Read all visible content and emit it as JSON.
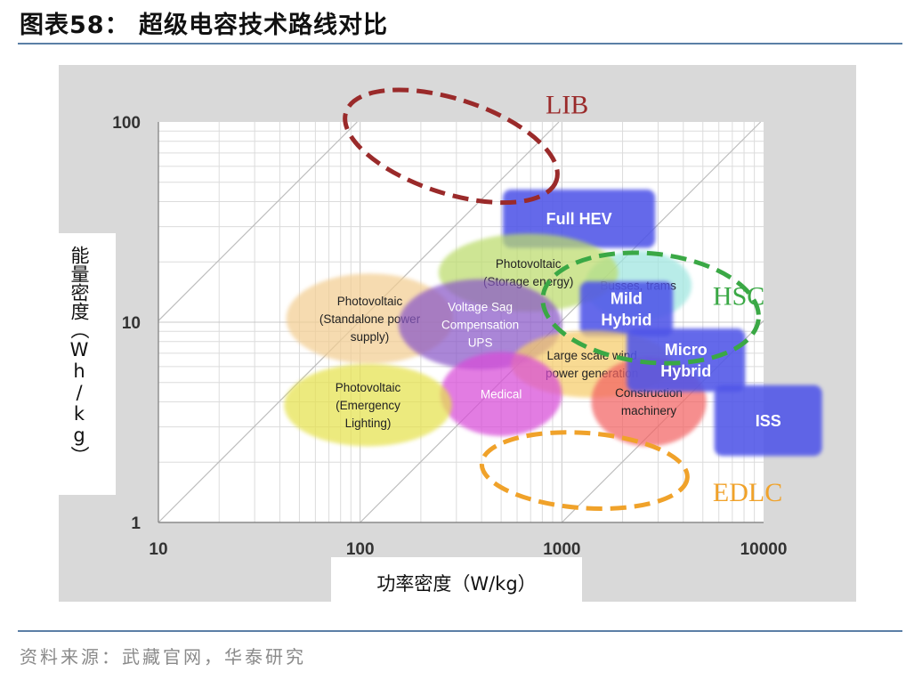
{
  "title": "图表58： 超级电容技术路线对比",
  "source": "资料来源：武藏官网，华泰研究",
  "chart_data": {
    "type": "scatter",
    "x_scale": "log",
    "y_scale": "log",
    "xlim": [
      10,
      10000
    ],
    "ylim": [
      1,
      100
    ],
    "x_ticks": [
      "10",
      "100",
      "1000",
      "10000"
    ],
    "y_ticks": [
      "1",
      "10",
      "100"
    ],
    "xlabel": "功率密度（W/kg）",
    "ylabel": "能量密度（Wh/kg）",
    "grid": true,
    "technologies": [
      {
        "name": "LIB",
        "x_range": [
          80,
          1000
        ],
        "y_range": [
          44,
          130
        ],
        "color": "#9a2a2a",
        "label_at": [
          830,
          110
        ]
      },
      {
        "name": "HSC",
        "x_range": [
          800,
          9500
        ],
        "y_range": [
          6.3,
          22
        ],
        "color": "#3aa845",
        "label_at": [
          5600,
          12.2
        ]
      },
      {
        "name": "EDLC",
        "x_range": [
          400,
          4200
        ],
        "y_range": [
          1.18,
          2.8
        ],
        "color": "#f0a22a",
        "label_at": [
          5600,
          1.28
        ]
      }
    ],
    "applications": [
      {
        "name": "Full HEV",
        "shape": "rect",
        "x_range": [
          510,
          2900
        ],
        "y_range": [
          23.5,
          46
        ],
        "color": "#4f55e8",
        "text_color": "#ffffff"
      },
      {
        "name": "Busses, trams",
        "shape": "ellipse",
        "x_range": [
          1300,
          4400
        ],
        "y_range": [
          10.2,
          22.8
        ],
        "color": "#9ee6e0",
        "text_color": "#222222"
      },
      {
        "name": "Photovoltaic\n(Storage energy)",
        "shape": "ellipse",
        "x_range": [
          245,
          1900
        ],
        "y_range": [
          11.3,
          27.7
        ],
        "color": "#bcdc6c",
        "text_color": "#222222"
      },
      {
        "name": "Mild\nHybrid",
        "shape": "rect",
        "x_range": [
          1230,
          3550
        ],
        "y_range": [
          8.5,
          16
        ],
        "color": "#4f55e8",
        "text_color": "#ffffff"
      },
      {
        "name": "Photovoltaic\n(Standalone power\nsupply)",
        "shape": "ellipse",
        "x_range": [
          43,
          290
        ],
        "y_range": [
          6.2,
          17.5
        ],
        "color": "#f3ce92",
        "text_color": "#222222"
      },
      {
        "name": "Voltage Sag\nCompensation\nUPS",
        "shape": "ellipse",
        "x_range": [
          155,
          1000
        ],
        "y_range": [
          5.8,
          16.4
        ],
        "color": "#8a58c8",
        "text_color": "#ffffff"
      },
      {
        "name": "Large scale wind\npower generation",
        "shape": "ellipse",
        "x_range": [
          560,
          3550
        ],
        "y_range": [
          4.2,
          9.1
        ],
        "color": "#f6cc6a",
        "text_color": "#222222"
      },
      {
        "name": "Medical",
        "shape": "ellipse",
        "x_range": [
          250,
          1000
        ],
        "y_range": [
          2.7,
          7.1
        ],
        "color": "#d84cd8",
        "text_color": "#ffffff"
      },
      {
        "name": "Photovoltaic\n(Emergency\nLighting)",
        "shape": "ellipse",
        "x_range": [
          42,
          285
        ],
        "y_range": [
          2.4,
          6.2
        ],
        "color": "#e6e24e",
        "text_color": "#222222"
      },
      {
        "name": "Construction\nmachinery",
        "shape": "ellipse",
        "x_range": [
          1400,
          5200
        ],
        "y_range": [
          2.4,
          6.7
        ],
        "color": "#f36464",
        "text_color": "#222222"
      },
      {
        "name": "Micro\nHybrid",
        "shape": "rect",
        "x_range": [
          2100,
          8100
        ],
        "y_range": [
          4.5,
          9.3
        ],
        "color": "#4f55e8",
        "text_color": "#ffffff"
      },
      {
        "name": "ISS",
        "shape": "rect",
        "x_range": [
          5700,
          19500
        ],
        "y_range": [
          2.15,
          4.85
        ],
        "color": "#4f55e8",
        "text_color": "#ffffff"
      }
    ]
  }
}
